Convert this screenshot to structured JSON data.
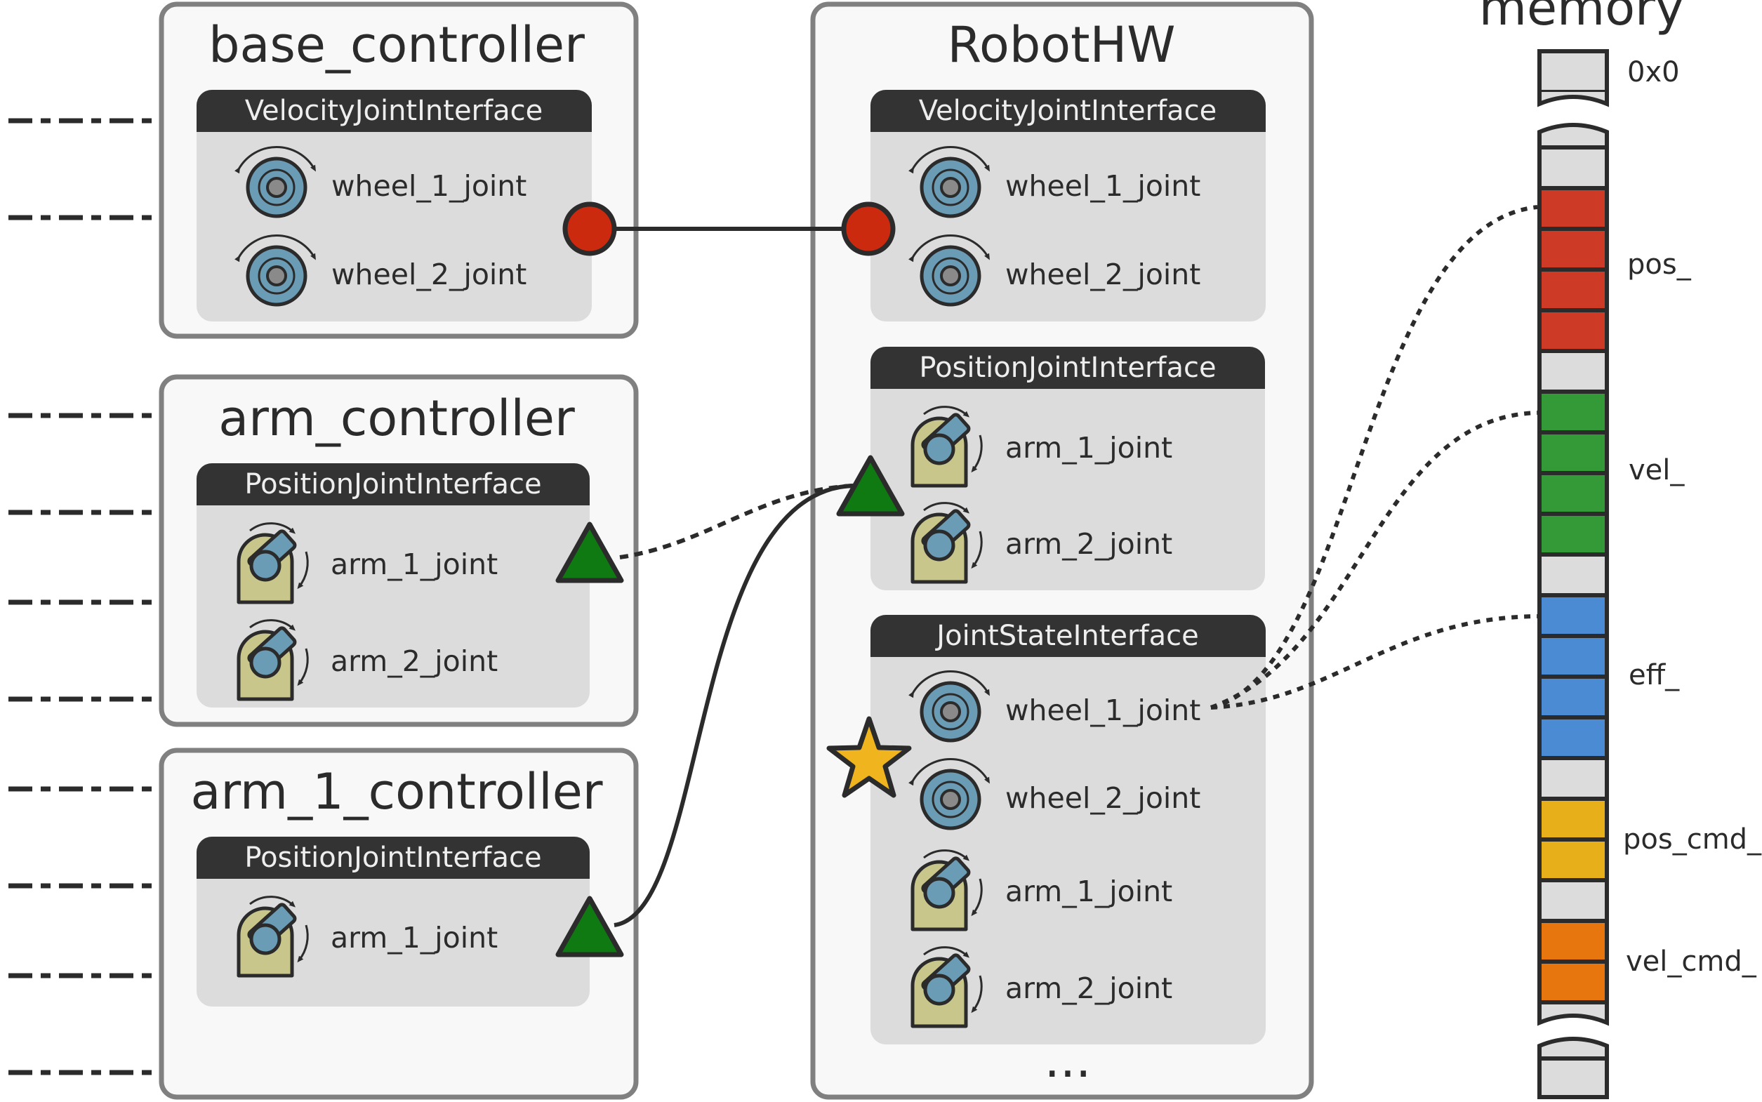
{
  "controllers": [
    {
      "title": "base_controller",
      "interface": "VelocityJointInterface",
      "joints": [
        "wheel_1_joint",
        "wheel_2_joint"
      ]
    },
    {
      "title": "arm_controller",
      "interface": "PositionJointInterface",
      "joints": [
        "arm_1_joint",
        "arm_2_joint"
      ]
    },
    {
      "title": "arm_1_controller",
      "interface": "PositionJointInterface",
      "joints": [
        "arm_1_joint"
      ]
    }
  ],
  "robothw": {
    "title": "RobotHW",
    "interfaces": [
      {
        "title": "VelocityJointInterface",
        "joints": [
          "wheel_1_joint",
          "wheel_2_joint"
        ]
      },
      {
        "title": "PositionJointInterface",
        "joints": [
          "arm_1_joint",
          "arm_2_joint"
        ]
      },
      {
        "title": "JointStateInterface",
        "joints": [
          "wheel_1_joint",
          "wheel_2_joint",
          "arm_1_joint",
          "arm_2_joint"
        ]
      }
    ],
    "ellipsis": "..."
  },
  "memory": {
    "title": "memory",
    "labels": {
      "origin": "0x0",
      "pos": "pos_",
      "vel": "vel_",
      "eff": "eff_",
      "pos_cmd": "pos_cmd_",
      "vel_cmd": "vel_cmd_"
    }
  },
  "colors": {
    "box_border": "#808080",
    "box_fill": "#f8f8f8",
    "panel_fill": "#dcdcdc",
    "header_fill": "#333333",
    "line": "#2b2b2b",
    "velocity_port": "#cc2a0f",
    "position_port": "#0f7a12",
    "state_star": "#f0b51e",
    "mem_empty": "#dcdcdc",
    "mem_pos": "#cd3a26",
    "mem_vel": "#349a38",
    "mem_eff": "#4a8bd4",
    "mem_pos_cmd": "#e7af1a",
    "mem_vel_cmd": "#e7760f",
    "wheel_icon": "#6b9cb5",
    "arm_base_icon": "#c8c68a"
  }
}
